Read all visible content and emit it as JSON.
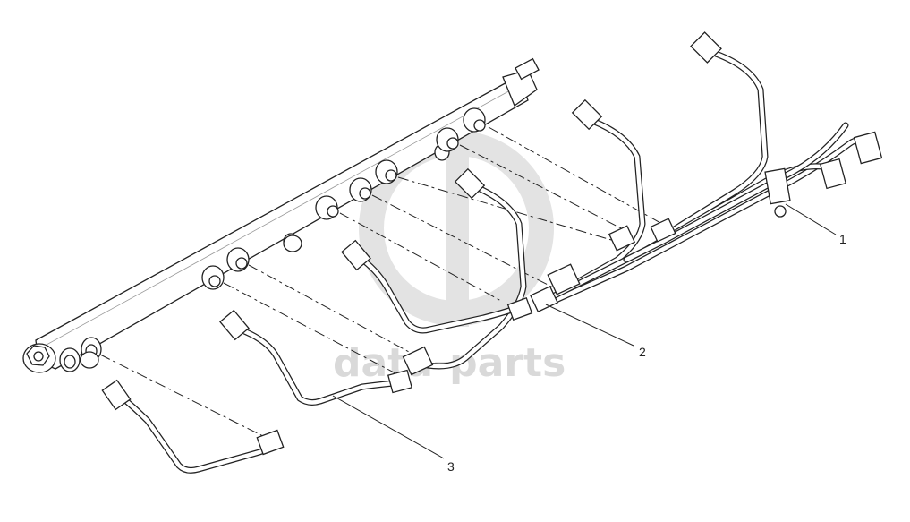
{
  "watermark": {
    "text": "data-parts",
    "color": "#d9d9d9"
  },
  "callouts": [
    {
      "id": "1",
      "label": "1"
    },
    {
      "id": "2",
      "label": "2"
    },
    {
      "id": "3",
      "label": "3"
    }
  ],
  "colors": {
    "line": "#222222",
    "fill": "#ffffff",
    "shade": "#e6e6e6"
  }
}
